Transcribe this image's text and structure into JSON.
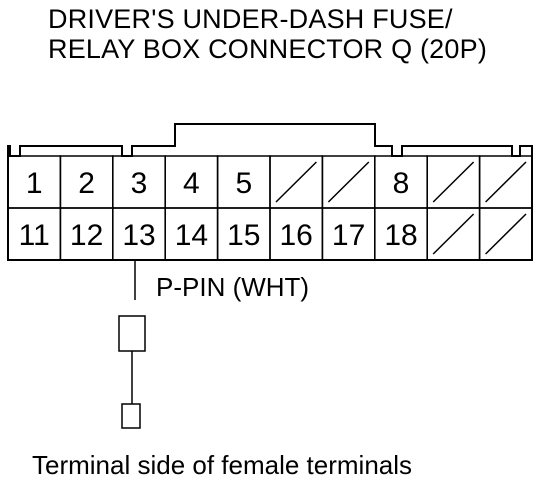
{
  "title": {
    "line1": "DRIVER'S UNDER-DASH FUSE/",
    "line2": "RELAY BOX CONNECTOR Q (20P)"
  },
  "connector": {
    "top_row": [
      "1",
      "2",
      "3",
      "4",
      "5",
      "",
      "",
      "8",
      "",
      ""
    ],
    "bottom_row": [
      "11",
      "12",
      "13",
      "14",
      "15",
      "16",
      "17",
      "18",
      "",
      ""
    ]
  },
  "probe_label": "P-PIN (WHT)",
  "caption": "Terminal side of female terminals"
}
